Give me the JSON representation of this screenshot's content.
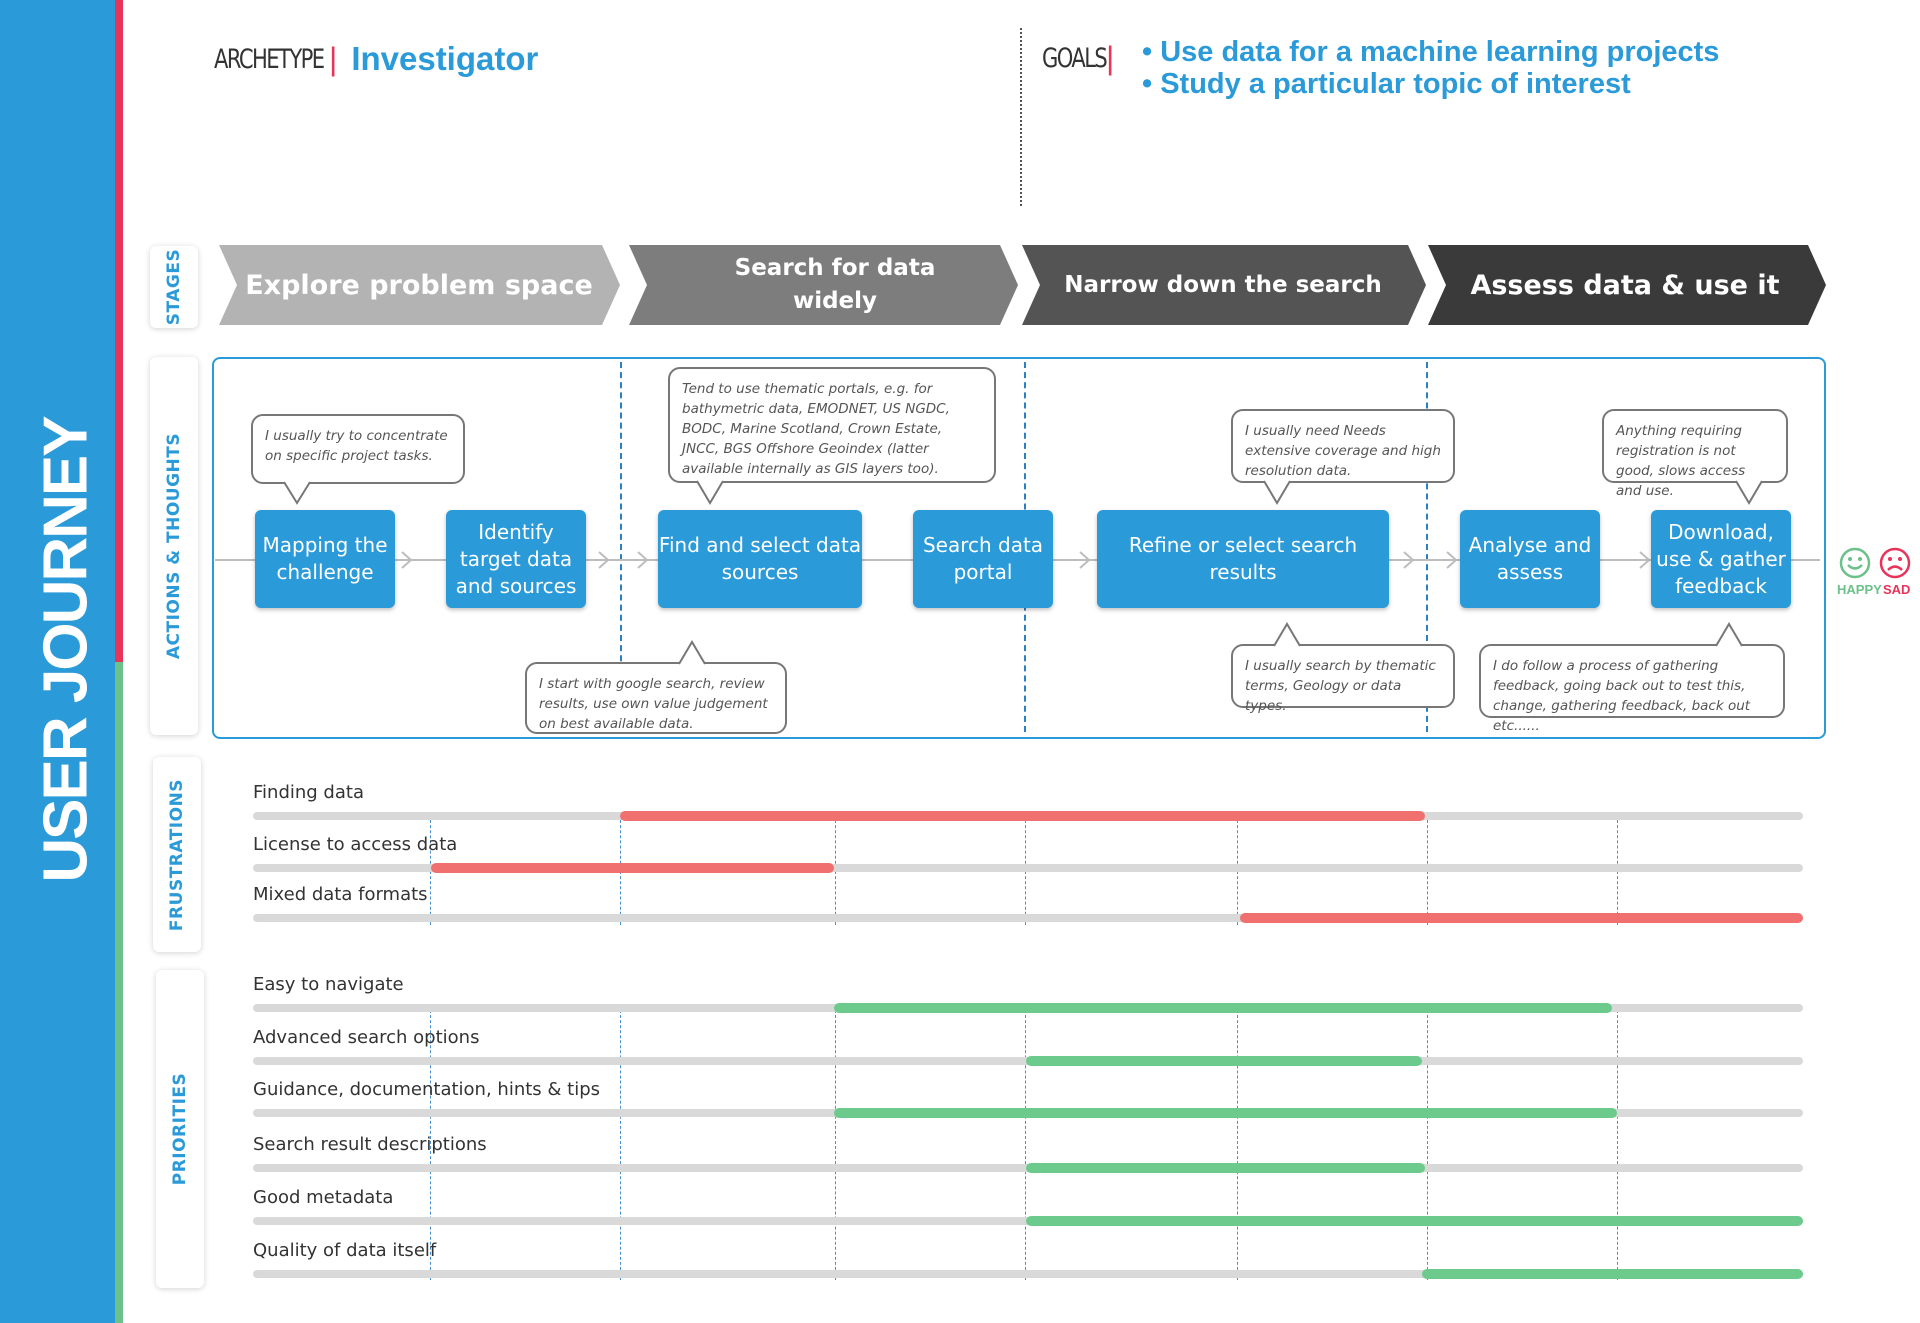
{
  "sidebar": {
    "title": "USER JOURNEY"
  },
  "header": {
    "archetype_label": "ARCHETYPE",
    "archetype_value": "Investigator",
    "goals_label": "GOALS",
    "goals": [
      "• Use data for a machine learning projects",
      "• Study a particular topic of interest"
    ]
  },
  "sections": {
    "stages": "STAGES",
    "actions": "ACTIONS & THOUGHTS",
    "frustrations": "FRUSTRATIONS",
    "priorities": "PRIORITIES"
  },
  "stages": [
    {
      "label": "Explore problem space",
      "color": "#b3b3b3"
    },
    {
      "label": "Search for data widely",
      "color": "#7d7d7d"
    },
    {
      "label": "Narrow down the search",
      "color": "#545454"
    },
    {
      "label": "Assess data & use it",
      "color": "#3a3a3a"
    }
  ],
  "actions": [
    "Mapping the challenge",
    "Identify target data and sources",
    "Find and select data sources",
    "Search data portal",
    "Refine or select search results",
    "Analyse and assess",
    "Download, use & gather feedback"
  ],
  "thoughts": [
    "I usually try to concentrate on specific project tasks.",
    "Tend to use thematic portals, e.g. for bathymetric data, EMODNET, US NGDC, BODC, Marine Scotland, Crown Estate, JNCC, BGS Offshore Geoindex (latter available internally as GIS layers too).",
    "I usually need Needs extensive coverage and high resolution data.",
    "Anything requiring registration is not good, slows access and use.",
    "I start with google search, review results, use own value judgement on best available data.",
    "I usually search by thematic terms, Geology or  data types.",
    "I do follow a process of gathering feedback, going back out to test this, change, gathering feedback, back out etc......"
  ],
  "mood": {
    "happy": "HAPPY",
    "sad": "SAD",
    "happy_color": "#6cc08a",
    "sad_color": "#e8345a"
  },
  "colors": {
    "accent": "#2b9ad9",
    "frustration": "#f07070",
    "priority": "#6ccb8c"
  },
  "frustrations": [
    {
      "label": "Finding data",
      "start": 0.237,
      "end": 0.756
    },
    {
      "label": "License to access data",
      "start": 0.115,
      "end": 0.375
    },
    {
      "label": "Mixed data formats",
      "start": 0.637,
      "end": 1.0
    }
  ],
  "priorities": [
    {
      "label": "Easy to navigate",
      "start": 0.375,
      "end": 0.877
    },
    {
      "label": "Advanced search options",
      "start": 0.499,
      "end": 0.754
    },
    {
      "label": "Guidance, documentation, hints & tips",
      "start": 0.375,
      "end": 0.88
    },
    {
      "label": "Search result descriptions",
      "start": 0.499,
      "end": 0.756
    },
    {
      "label": "Good metadata",
      "start": 0.499,
      "end": 1.0
    },
    {
      "label": "Quality of data itself",
      "start": 0.754,
      "end": 1.0
    }
  ]
}
